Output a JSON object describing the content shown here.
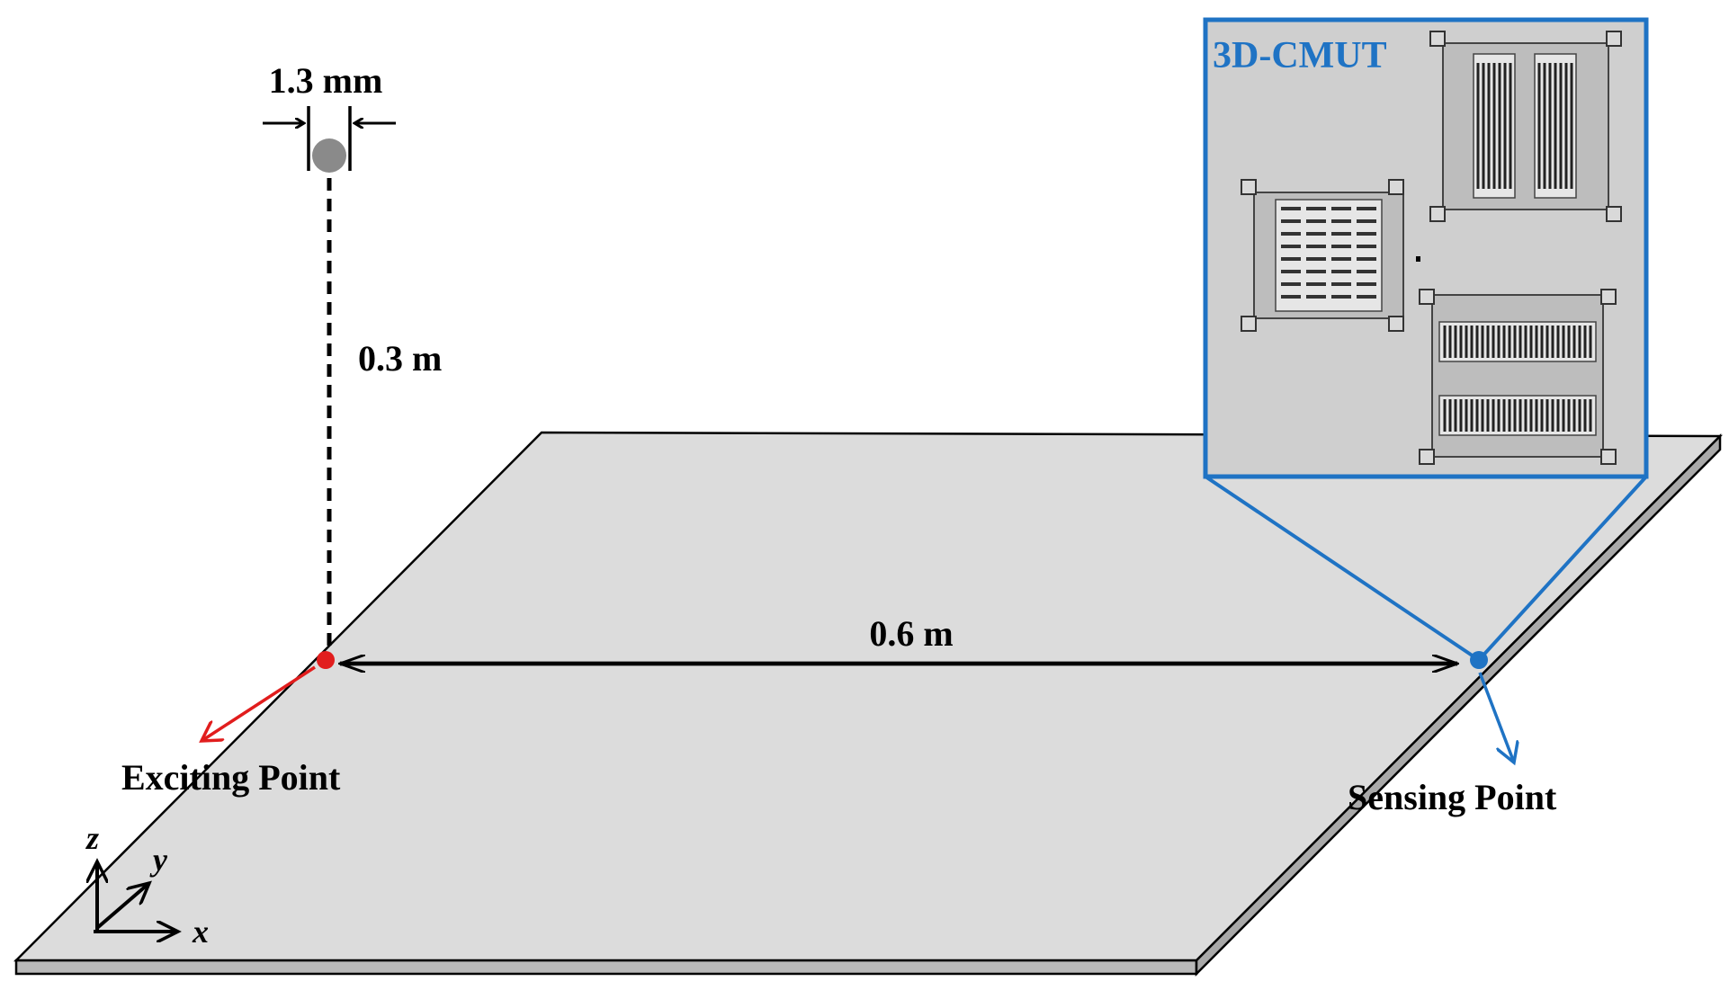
{
  "diagram": {
    "dimension_ball": "1.3 mm",
    "dimension_height": "0.3 m",
    "dimension_span": "0.6 m",
    "exciting_point_label": "Exciting Point",
    "sensing_point_label": "Sensing Point",
    "inset_title": "3D-CMUT",
    "axes": {
      "x": "x",
      "y": "y",
      "z": "z"
    }
  },
  "colors": {
    "plate_fill": "#dcdcdc",
    "plate_edge": "#9a9a9a",
    "inset_border": "#1f73c4",
    "inset_fill": "#cfcfcf",
    "excite": "#e11d1d",
    "sense": "#1f73c4",
    "ball": "#8a8a8a"
  },
  "icons": {
    "ball": "steel-ball-icon",
    "device": "cmut-device-icon"
  }
}
